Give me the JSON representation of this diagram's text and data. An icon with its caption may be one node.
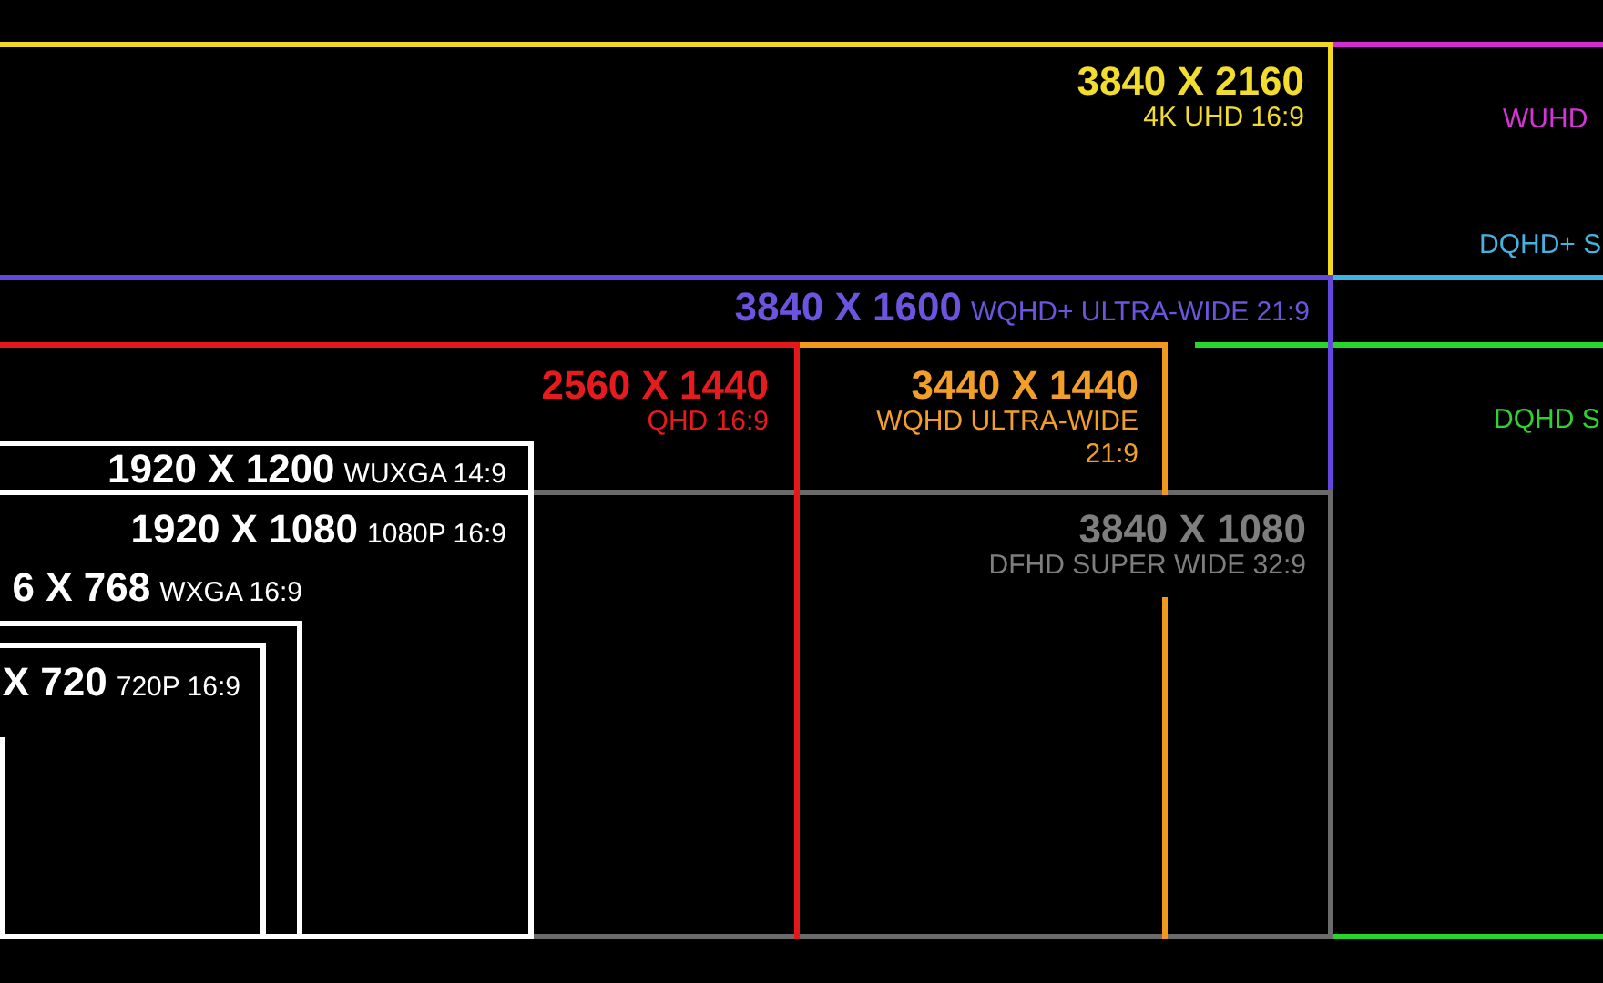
{
  "diagram": {
    "nodes": [
      {
        "text": [
          "WUHD"
        ]
      },
      {
        "text": [
          "3840 X 2160",
          "4K UHD 16:9"
        ],
        "in": 0
      },
      {
        "text": [
          "DQHD+ S"
        ],
        "in": 0
      },
      {
        "text": [
          "3840 X 1600",
          "WQHD+ ULTRA-WIDE 21:9"
        ],
        "in": 1
      },
      {
        "text": [
          "DQHD S"
        ],
        "in": 2
      },
      {
        "text": [
          "3440 X 1440",
          "WQHD ULTRA-WIDE 21:9"
        ],
        "in": 3
      },
      {
        "text": [
          "2560 X 1440",
          "QHD 16:9"
        ],
        "in": 5
      },
      {
        "text": [
          "1920 X 1200",
          "WUXGA 14:9"
        ],
        "in": 6
      },
      {
        "text": [
          "3840 X 1080",
          "DFHD SUPER WIDE 32:9"
        ],
        "in": 3
      },
      {
        "text": [
          "1920 X 1080",
          "1080P 16:9"
        ],
        "in": 7
      },
      {
        "text": [
          "6 X 768",
          "WXGA 16:9"
        ],
        "in": 9
      },
      {
        "text": [
          "X 720",
          "720P 16:9"
        ],
        "in": 10
      },
      {
        "text": [],
        "shape": "box",
        "in": 11
      }
    ]
  }
}
